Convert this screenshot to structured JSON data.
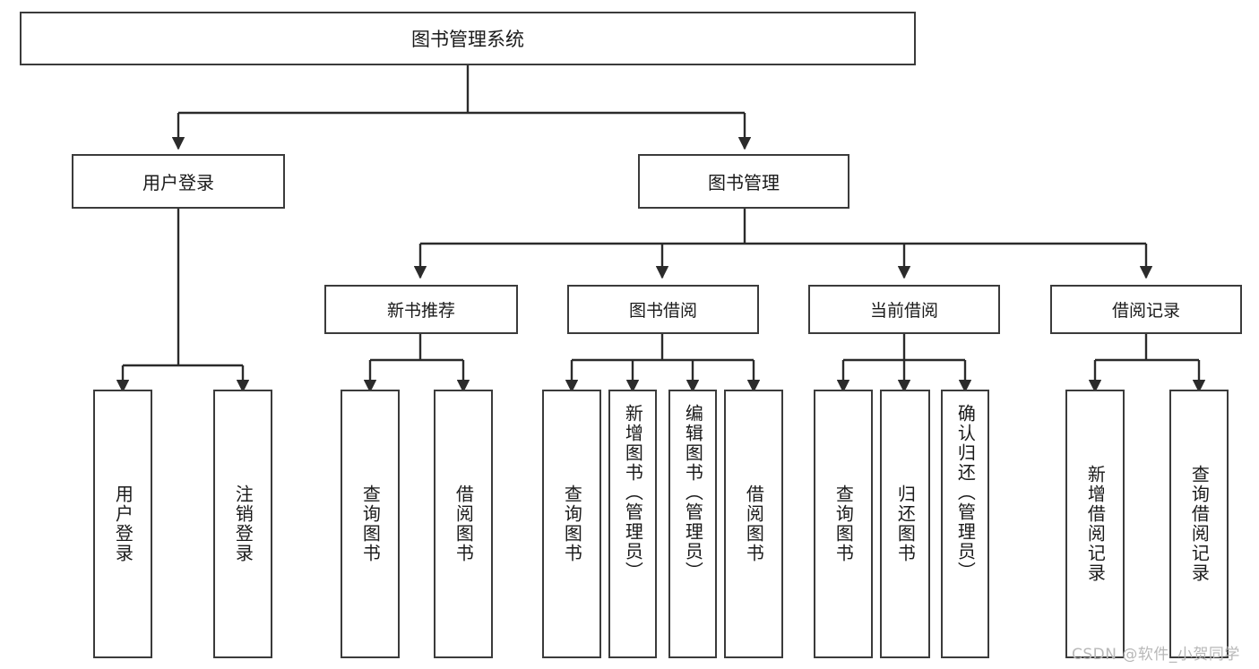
{
  "diagram": {
    "title": "图书管理系统",
    "type": "hierarchy-tree",
    "root": {
      "label": "图书管理系统"
    },
    "level2": [
      {
        "label": "用户登录"
      },
      {
        "label": "图书管理"
      }
    ],
    "level3": [
      {
        "label": "新书推荐"
      },
      {
        "label": "图书借阅"
      },
      {
        "label": "当前借阅"
      },
      {
        "label": "借阅记录"
      }
    ],
    "leaves": {
      "user_login": [
        {
          "label": "用户登录"
        },
        {
          "label": "注销登录"
        }
      ],
      "new_book_recommend": [
        {
          "label": "查询图书"
        },
        {
          "label": "借阅图书"
        }
      ],
      "book_borrow": [
        {
          "label": "查询图书"
        },
        {
          "label": "新增图书（管理员）"
        },
        {
          "label": "编辑图书（管理员）"
        },
        {
          "label": "借阅图书"
        }
      ],
      "current_borrow": [
        {
          "label": "查询图书"
        },
        {
          "label": "归还图书"
        },
        {
          "label": "确认归还（管理员）"
        }
      ],
      "borrow_record": [
        {
          "label": "新增借阅记录"
        },
        {
          "label": "查询借阅记录"
        }
      ]
    }
  },
  "watermark": {
    "text": "CSDN @软件_小贺同学"
  },
  "colors": {
    "background": "#ffffff",
    "box_border": "#3b3b3b",
    "box_fill": "#ffffff",
    "text": "#1a1a1a",
    "connector": "#2b2b2b",
    "watermark": "#b8b8b8"
  }
}
